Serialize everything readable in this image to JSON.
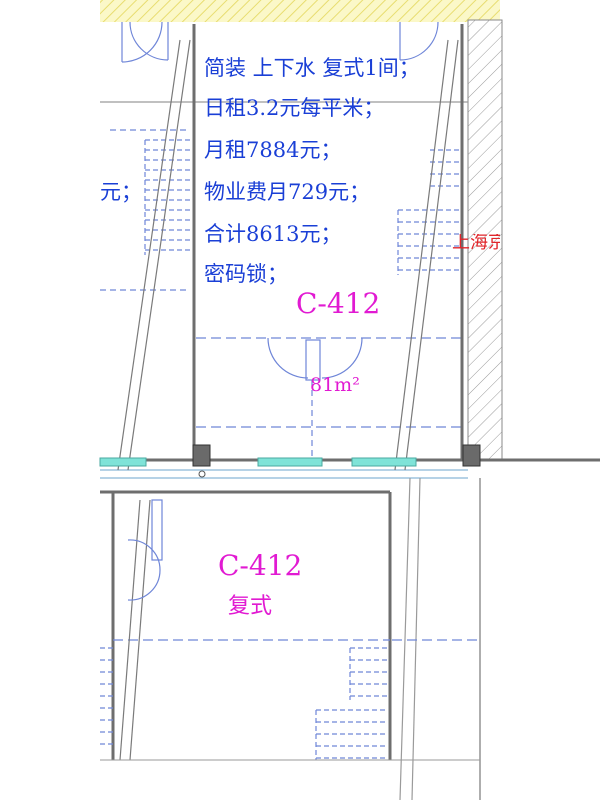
{
  "notes": [
    "简装  上下水  复式1间；",
    "日租3.2元每平米；",
    "月租7884元；",
    "物业费月729元；",
    "合计8613元；",
    "密码锁；"
  ],
  "fragment_left": "元；",
  "fragment_right": "上海京",
  "upper_unit": {
    "code": "C-412",
    "area": "81m²"
  },
  "lower_unit": {
    "code": "C-412",
    "label": "复式"
  },
  "colors": {
    "note_text": "#1a3fd6",
    "unit_text": "#e11ad2",
    "fragment_text": "#e0262b",
    "wall": "#6e6e6e",
    "blueprint_line": "#6f86d8",
    "window_glass": "#7fe3d8",
    "hatch_top": "#f2ee9a"
  }
}
